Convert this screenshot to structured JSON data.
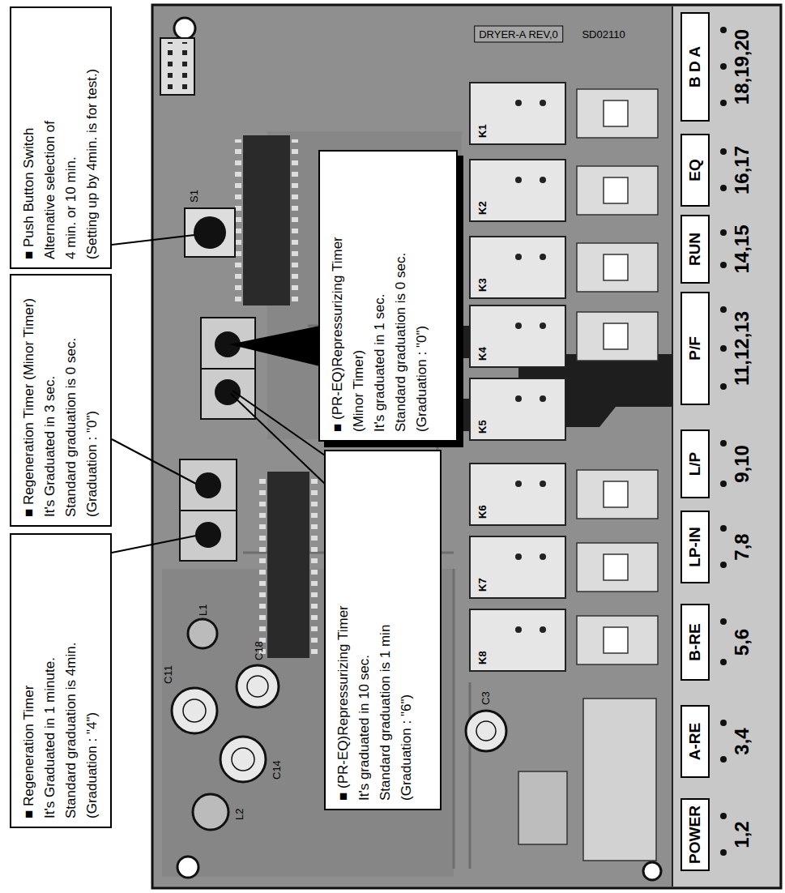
{
  "diagram": {
    "nodes": [
      {
        "text": [
          "■ Push Button Switch",
          "Alternative selection of 4 min. or 10 min.",
          "(Setting up by 4min. is for test.)"
        ]
      },
      {
        "text": [
          "■ Regeneration Timer (Minor Timer)",
          "It's Graduated in 3 sec.",
          "Standard graduation is 0 sec.",
          "(Graduation : \"0\")"
        ]
      },
      {
        "text": [
          "■ Regeneration Timer",
          "It's Graduated in 1 minute.",
          "Standard graduation is 4min.",
          "(Graduation : \"4\")"
        ]
      },
      {
        "text": [
          "■ (PR-EQ)Repressurizing Timer (Minor Timer)",
          "It's graduated in 1 sec.",
          "Standard graduation is 0 sec.",
          "(Graduation : \"0\")"
        ]
      },
      {
        "text": [
          "■ (PR-EQ)Repressurizing Timer",
          "It's graduated in 10 sec.",
          "Standard graduation is 1 min",
          "(Graduation : \"6\")"
        ]
      },
      {
        "text": [
          "POWER",
          "1,2"
        ]
      },
      {
        "text": [
          "A-RE",
          "3,4"
        ]
      },
      {
        "text": [
          "B-RE",
          "5,6"
        ]
      },
      {
        "text": [
          "LP-IN",
          "7,8"
        ]
      },
      {
        "text": [
          "L/P",
          "9,10"
        ]
      },
      {
        "text": [
          "P/F",
          "11,12,13"
        ]
      },
      {
        "text": [
          "RUN",
          "14,15"
        ]
      },
      {
        "text": [
          "EQ",
          "16,17"
        ]
      },
      {
        "text": [
          "B D A",
          "18,19,20"
        ]
      }
    ],
    "labels": [
      "DRYER-A REV,0",
      "SD02110",
      "S1",
      "K1",
      "K2",
      "K3",
      "K4",
      "K5",
      "K6",
      "K7",
      "K8",
      "C3",
      "C11",
      "C14",
      "C18",
      "L1",
      "L2"
    ]
  }
}
